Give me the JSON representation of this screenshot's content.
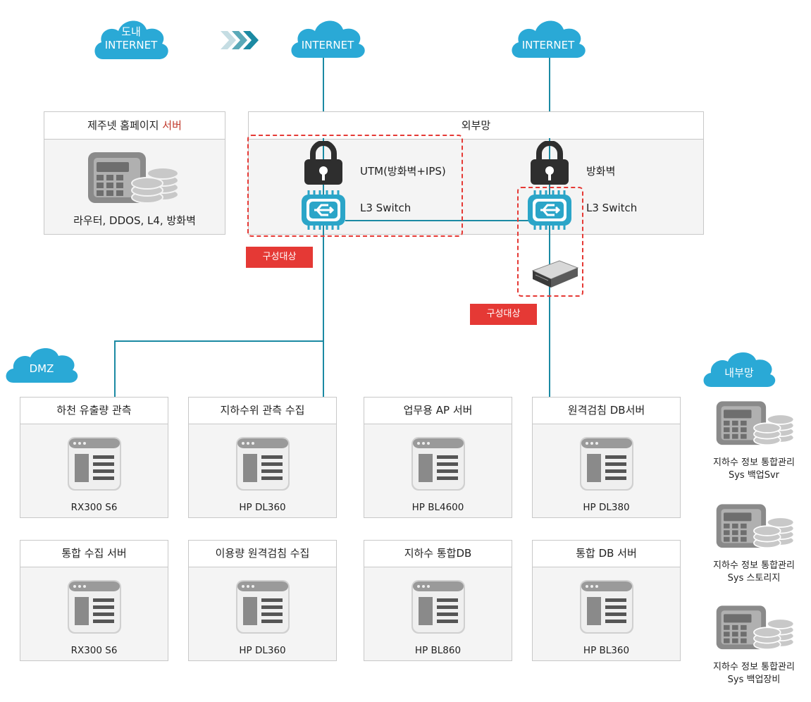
{
  "clouds": {
    "do_internet": {
      "line1": "도내",
      "line2": "INTERNET"
    },
    "internet_left": "INTERNET",
    "internet_right": "INTERNET",
    "dmz": "DMZ",
    "internal": "내부망"
  },
  "homepage_panel": {
    "title_main": "제주넷 홈페이지",
    "title_highlight": "서버",
    "caption": "라우터, DDOS, L4, 방화벽"
  },
  "external_panel": {
    "title": "외부망",
    "utm_label": "UTM(방화벽+IPS)",
    "firewall_label": "방화벽",
    "switch_left_label": "L3 Switch",
    "switch_right_label": "L3 Switch"
  },
  "tags": {
    "left": "구성대상",
    "right": "구성대상"
  },
  "servers": [
    {
      "title": "하천 유출량 관측",
      "model": "RX300 S6"
    },
    {
      "title": "지하수위 관측 수집",
      "model": "HP DL360"
    },
    {
      "title": "업무용 AP 서버",
      "model": "HP BL4600"
    },
    {
      "title": "원격검침 DB서버",
      "model": "HP DL380"
    },
    {
      "title": "통합 수집 서버",
      "model": "RX300 S6"
    },
    {
      "title": "이용량 원격검침 수집",
      "model": "HP DL360"
    },
    {
      "title": "지하수 통합DB",
      "model": "HP BL860"
    },
    {
      "title": "통합 DB 서버",
      "model": "HP BL360"
    }
  ],
  "internal_items": [
    {
      "line1": "지하수 정보 통합관리",
      "line2": "Sys 백업Svr"
    },
    {
      "line1": "지하수 정보 통합관리",
      "line2": "Sys 스토리지"
    },
    {
      "line1": "지하수 정보 통합관리",
      "line2": "Sys 백업장비"
    }
  ],
  "colors": {
    "cloud": "#2aa9d6",
    "line": "#1b8aa3",
    "highlight": "#e53935",
    "switch": "#2ba5c8",
    "lock": "#2e2e2e",
    "server_gray": "#8a8a8a"
  }
}
